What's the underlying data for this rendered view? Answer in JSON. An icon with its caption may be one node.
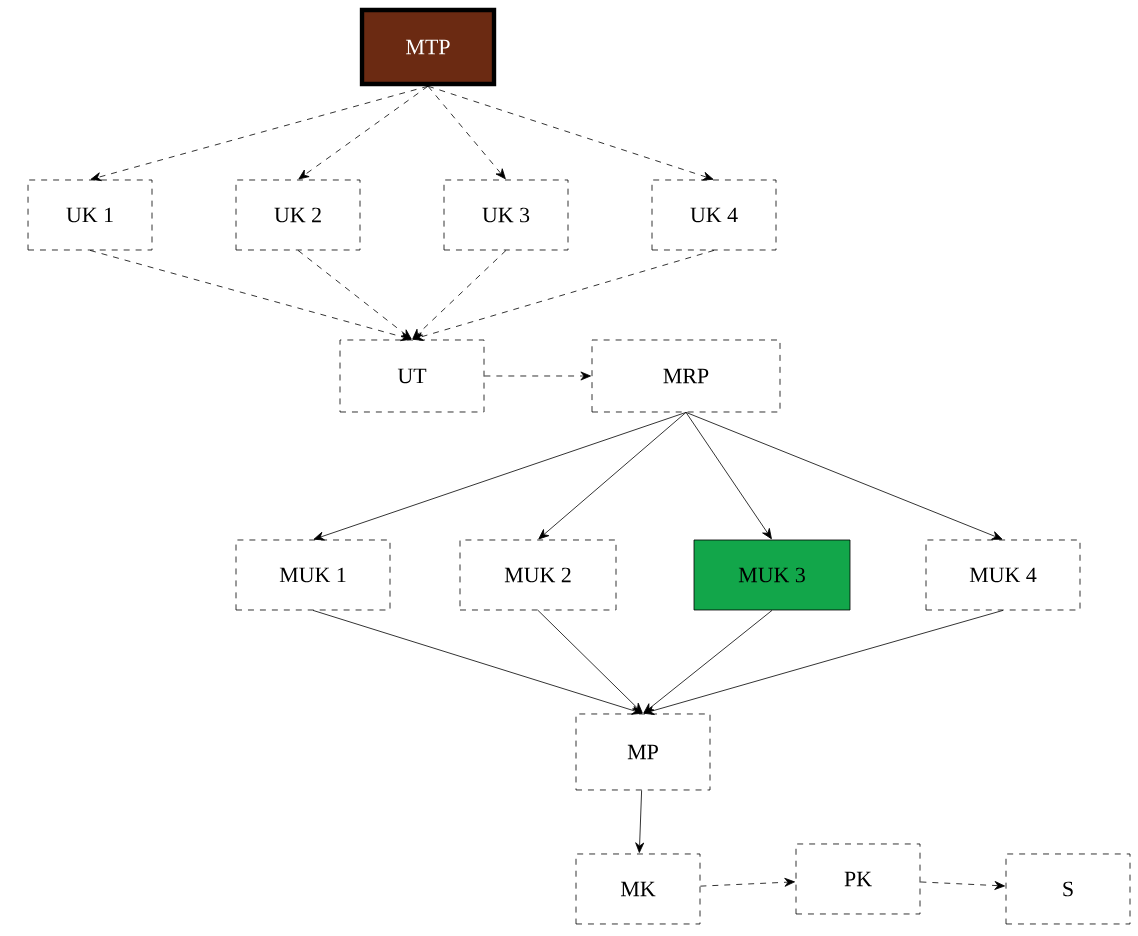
{
  "diagram": {
    "nodes": [
      {
        "text": [
          "MTP"
        ]
      },
      {
        "text": [
          "UK 1"
        ]
      },
      {
        "text": [
          "UK 2"
        ]
      },
      {
        "text": [
          "UK 3"
        ]
      },
      {
        "text": [
          "UK 4"
        ]
      },
      {
        "text": [
          "UT"
        ]
      },
      {
        "text": [
          "MRP"
        ]
      },
      {
        "text": [
          "MUK 1"
        ]
      },
      {
        "text": [
          "MUK 2"
        ]
      },
      {
        "text": [
          "MUK 3"
        ]
      },
      {
        "text": [
          "MUK 4"
        ]
      },
      {
        "text": [
          "MP"
        ]
      },
      {
        "text": [
          "MK"
        ]
      },
      {
        "text": [
          "PK"
        ]
      },
      {
        "text": [
          "S"
        ]
      }
    ],
    "edges": [
      {
        "from": 0,
        "to": 1,
        "arrow": "to",
        "style": "dashed"
      },
      {
        "from": 0,
        "to": 2,
        "arrow": "to",
        "style": "dashed"
      },
      {
        "from": 0,
        "to": 3,
        "arrow": "to",
        "style": "dashed"
      },
      {
        "from": 0,
        "to": 4,
        "arrow": "to",
        "style": "dashed"
      },
      {
        "from": 1,
        "to": 5,
        "arrow": "to",
        "style": "dashed"
      },
      {
        "from": 2,
        "to": 5,
        "arrow": "to",
        "style": "dashed"
      },
      {
        "from": 3,
        "to": 5,
        "arrow": "to",
        "style": "dashed"
      },
      {
        "from": 4,
        "to": 5,
        "arrow": "to",
        "style": "dashed"
      },
      {
        "from": 5,
        "to": 6,
        "arrow": "to",
        "style": "dashed"
      },
      {
        "from": 6,
        "to": 7,
        "arrow": "to"
      },
      {
        "from": 6,
        "to": 8,
        "arrow": "to"
      },
      {
        "from": 6,
        "to": 9,
        "arrow": "to"
      },
      {
        "from": 6,
        "to": 10,
        "arrow": "to"
      },
      {
        "from": 7,
        "to": 11,
        "arrow": "to"
      },
      {
        "from": 8,
        "to": 11,
        "arrow": "to"
      },
      {
        "from": 9,
        "to": 11,
        "arrow": "to"
      },
      {
        "from": 10,
        "to": 11,
        "arrow": "to"
      },
      {
        "from": 11,
        "to": 12,
        "arrow": "to"
      },
      {
        "from": 12,
        "to": 13,
        "arrow": "to",
        "style": "dashed"
      },
      {
        "from": 13,
        "to": 14,
        "arrow": "to",
        "style": "dashed"
      }
    ]
  }
}
